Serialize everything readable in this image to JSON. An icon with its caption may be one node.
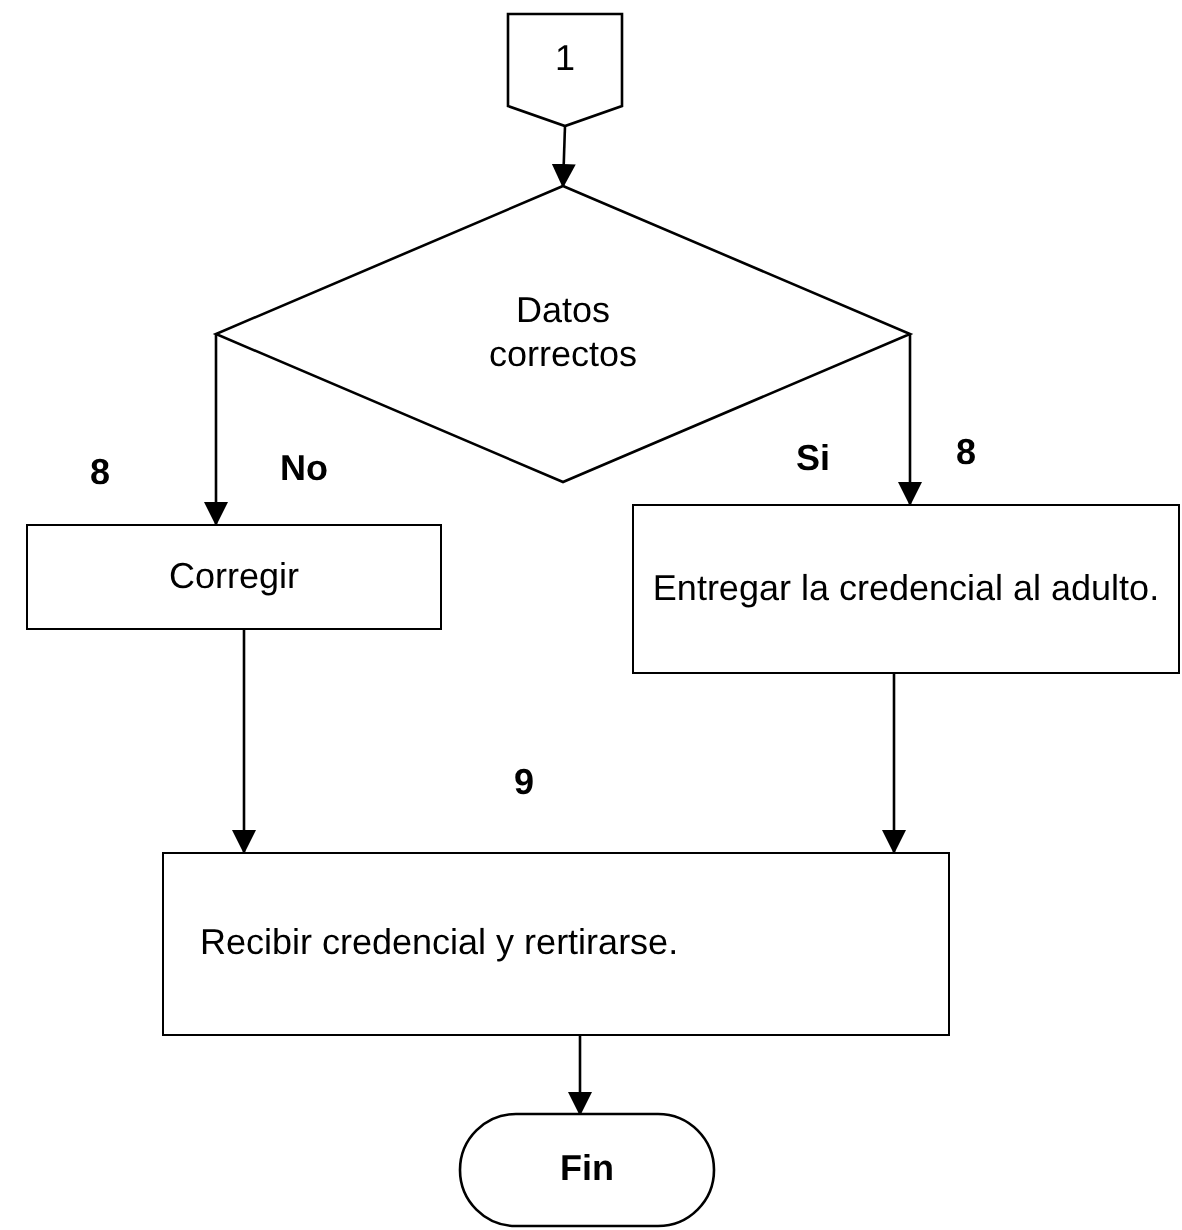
{
  "diagram": {
    "nodes": [
      {
        "text": [
          "1"
        ]
      },
      {
        "text": [
          "Datos correctos"
        ]
      },
      {
        "text": [
          "Corregir"
        ]
      },
      {
        "text": [
          "Entregar la credencial al adulto."
        ]
      },
      {
        "text": [
          "Recibir credencial y rertirarse."
        ]
      },
      {
        "text": [
          "Fin"
        ]
      }
    ],
    "edges": [
      {
        "from": 0,
        "to": 1,
        "arrow": "to"
      },
      {
        "from": 1,
        "to": 2,
        "label": "No",
        "arrow": "to"
      },
      {
        "from": 1,
        "to": 3,
        "label": "Si",
        "arrow": "to"
      },
      {
        "from": 2,
        "to": 4,
        "arrow": "to"
      },
      {
        "from": 3,
        "to": 4,
        "arrow": "to"
      },
      {
        "from": 4,
        "to": 5,
        "arrow": "to"
      }
    ],
    "labels": [
      "8",
      "8",
      "9"
    ]
  }
}
